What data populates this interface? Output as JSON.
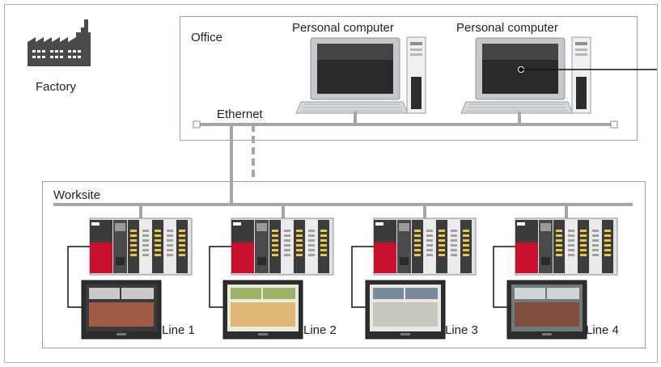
{
  "factory": {
    "label": "Factory",
    "icon": "factory-icon"
  },
  "office": {
    "label": "Office",
    "network_label": "Ethernet",
    "computers": [
      {
        "label": "Personal computer"
      },
      {
        "label": "Personal computer"
      }
    ]
  },
  "worksite": {
    "label": "Worksite",
    "lines": [
      {
        "label": "Line 1"
      },
      {
        "label": "Line 2"
      },
      {
        "label": "Line 3"
      },
      {
        "label": "Line 4"
      }
    ]
  },
  "colors": {
    "box_border": "#8fa4b8",
    "network_line": "#a6a6a6",
    "plc_red": "#c8102e",
    "device_dark": "#2d2d2d"
  }
}
